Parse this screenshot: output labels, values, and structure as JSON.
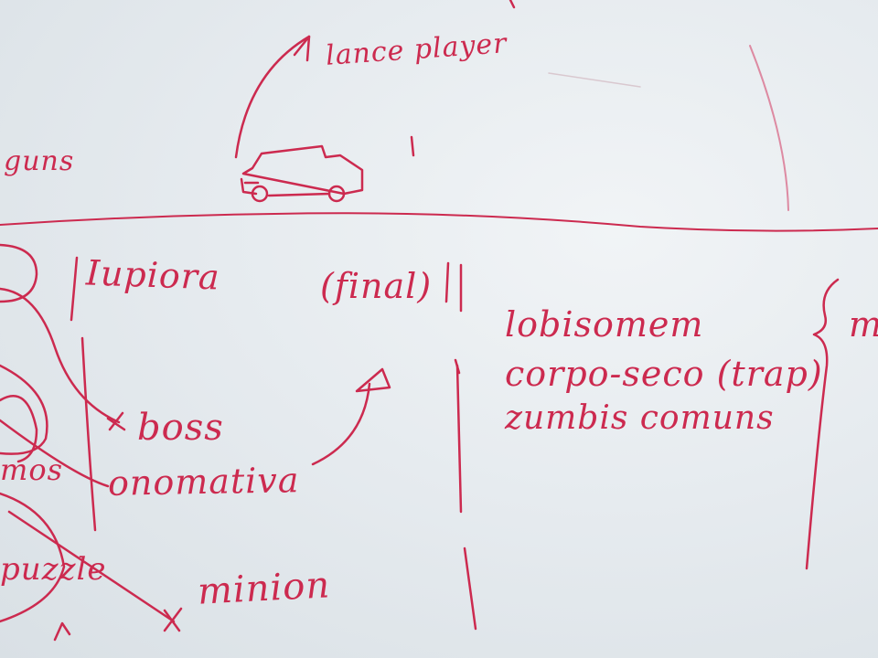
{
  "ink_color": "#cc2a4f",
  "board_color": "#e3e9ee",
  "annotations": {
    "lance_player": "lance player",
    "guns": "guns",
    "iupiora": "Iupiora",
    "final": "(final)",
    "boss": "boss",
    "onomativa": "onomativa",
    "minion": "minion",
    "lobisomem": "lobisomem",
    "corpo_seco": "corpo-seco (trap)",
    "zumbis_comuns": "zumbis comuns",
    "m_fragment": "m",
    "mos_fragment": "mos",
    "puzzle_fragment": "puzzle"
  }
}
